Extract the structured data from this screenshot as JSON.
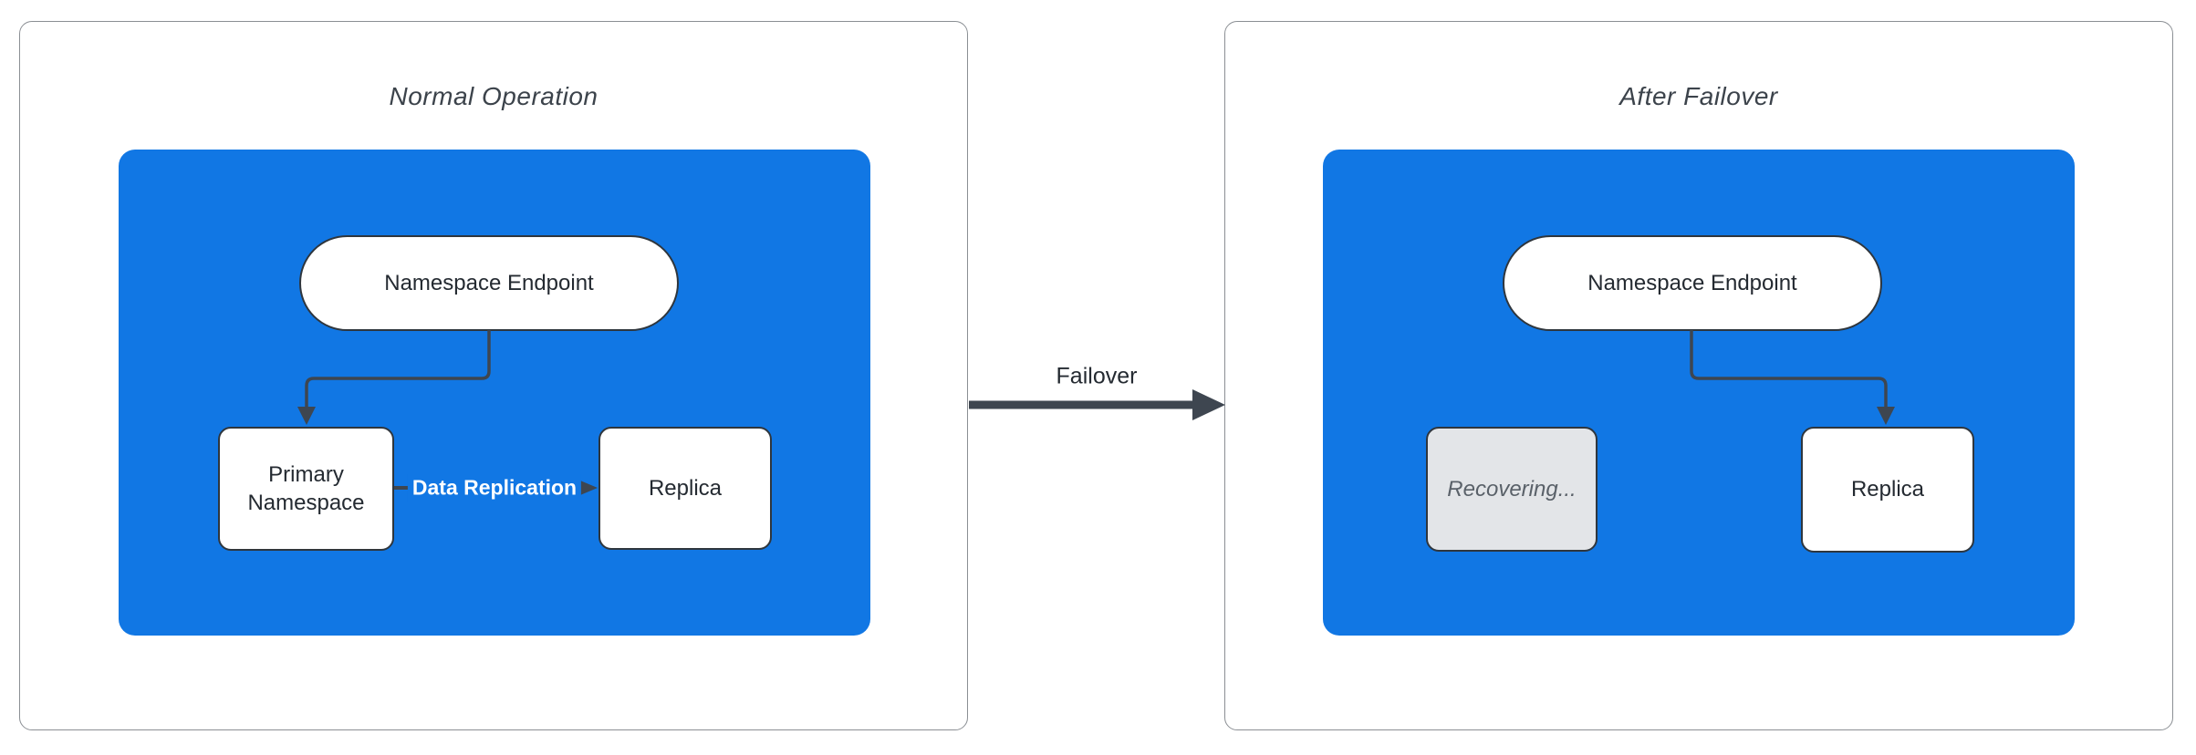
{
  "diagram": {
    "panels": [
      {
        "title": "Normal Operation",
        "nodes": {
          "endpoint": {
            "label": "Namespace Endpoint",
            "shape": "stadium"
          },
          "primary": {
            "label": "Primary Namespace",
            "shape": "rect"
          },
          "replica": {
            "label": "Replica",
            "shape": "rect"
          }
        },
        "edges": [
          {
            "from": "endpoint",
            "to": "primary",
            "label": ""
          },
          {
            "from": "primary",
            "to": "replica",
            "label": "Data Replication"
          }
        ]
      },
      {
        "title": "After Failover",
        "nodes": {
          "endpoint": {
            "label": "Namespace Endpoint",
            "shape": "stadium"
          },
          "recovering": {
            "label": "Recovering...",
            "shape": "rect",
            "state": "disabled"
          },
          "replica": {
            "label": "Replica",
            "shape": "rect"
          }
        },
        "edges": [
          {
            "from": "endpoint",
            "to": "replica",
            "label": ""
          }
        ]
      }
    ],
    "transition": {
      "label": "Failover",
      "from": "Normal Operation",
      "to": "After Failover"
    },
    "colors": {
      "cluster_fill": "#1177e4",
      "node_fill": "#ffffff",
      "node_border": "#2f363d",
      "node_text": "#242a31",
      "disabled_fill": "#e3e5e8",
      "disabled_text": "#5a6169",
      "edge": "#3e4650",
      "edge_label_text": "#ffffff",
      "title_text": "#3c434b",
      "panel_border": "#8b8f94",
      "panel_fill": "#ffffff"
    }
  }
}
